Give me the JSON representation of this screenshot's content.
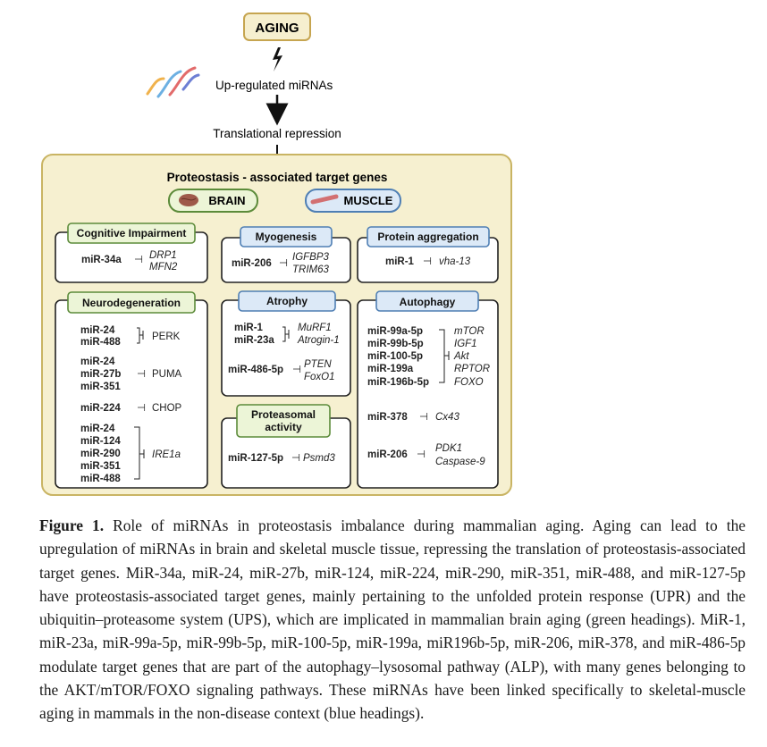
{
  "top": {
    "aging": "AGING",
    "upregulated": "Up-regulated miRNAs",
    "repression": "Translational repression",
    "panel_title": "Proteostasis - associated target genes",
    "brain": "BRAIN",
    "muscle": "MUSCLE"
  },
  "boxes": {
    "cognitive": {
      "title": "Cognitive Impairment",
      "mir": "miR-34a",
      "genes": [
        "DRP1",
        "MFN2"
      ]
    },
    "myogenesis": {
      "title": "Myogenesis",
      "mir": "miR-206",
      "genes": [
        "IGFBP3",
        "TRIM63"
      ]
    },
    "protein": {
      "title": "Protein aggregation",
      "mir": "miR-1",
      "gene": "vha-13"
    },
    "neuro": {
      "title": "Neurodegeneration",
      "groups": [
        {
          "mirs": [
            "miR-24",
            "miR-488"
          ],
          "target": "PERK"
        },
        {
          "mirs": [
            "miR-24",
            "miR-27b",
            "miR-351"
          ],
          "target": "PUMA"
        },
        {
          "mirs": [
            "miR-224"
          ],
          "target": "CHOP"
        },
        {
          "mirs": [
            "miR-24",
            "miR-124",
            "miR-290",
            "miR-351",
            "miR-488"
          ],
          "target": "IRE1a"
        }
      ]
    },
    "atrophy": {
      "title": "Atrophy",
      "mirs": [
        "miR-1",
        "miR-23a"
      ],
      "genes": [
        "MuRF1",
        "Atrogin-1"
      ],
      "mir2": "miR-486-5p",
      "genes2": [
        "PTEN",
        "FoxO1"
      ]
    },
    "proteasomal": {
      "title_lines": [
        "Proteasomal",
        "activity"
      ],
      "mir": "miR-127-5p",
      "gene": "Psmd3"
    },
    "autophagy": {
      "title": "Autophagy",
      "mirs": [
        "miR-99a-5p",
        "miR-99b-5p",
        "miR-100-5p",
        "miR-199a",
        "miR-196b-5p"
      ],
      "genes": [
        "mTOR",
        "IGF1",
        "Akt",
        "RPTOR",
        "FOXO"
      ],
      "mir2": "miR-378",
      "gene2": "Cx43",
      "mir3": "miR-206",
      "genes3": [
        "PDK1",
        "Caspase-9"
      ]
    }
  },
  "caption": {
    "label": "Figure 1.",
    "text": " Role of miRNAs in proteostasis imbalance during mammalian aging. Aging can lead to the upregulation of miRNAs in brain and skeletal muscle tissue, repressing the translation of proteostasis-associated target genes. MiR-34a, miR-24, miR-27b, miR-124, miR-224, miR-290, miR-351, miR-488, and miR-127-5p have proteostasis-associated target genes, mainly pertaining to the unfolded protein response (UPR) and the ubiquitin–proteasome system (UPS), which are implicated in mammalian brain aging (green headings).  MiR-1, miR-23a, miR-99a-5p, miR-99b-5p, miR-100-5p, miR-199a, miR196b-5p, miR-206, miR-378, and miR-486-5p modulate target genes that are part of the autophagy–lysosomal pathway (ALP), with many genes belonging to the AKT/mTOR/FOXO signaling pathways. These miRNAs have been linked specifically to skeletal-muscle aging in mammals in the non-disease context (blue headings)."
  },
  "colors": {
    "panel_bg": "#f6f0d0",
    "panel_border": "#c9b463",
    "green_header": "#ecf5d7",
    "green_border": "#5c8b3a",
    "blue_header": "#dce9f7",
    "blue_border": "#4f7fb4",
    "aging_fill": "#f6efcf",
    "aging_border": "#c6a550",
    "brain_icon": "#9e5a4a",
    "muscle_icon": "#d27072"
  },
  "icons": {
    "lightning": "lightning-icon",
    "mirna": "mirna-strands-icon",
    "brain": "brain-icon",
    "muscle": "muscle-fiber-icon"
  }
}
